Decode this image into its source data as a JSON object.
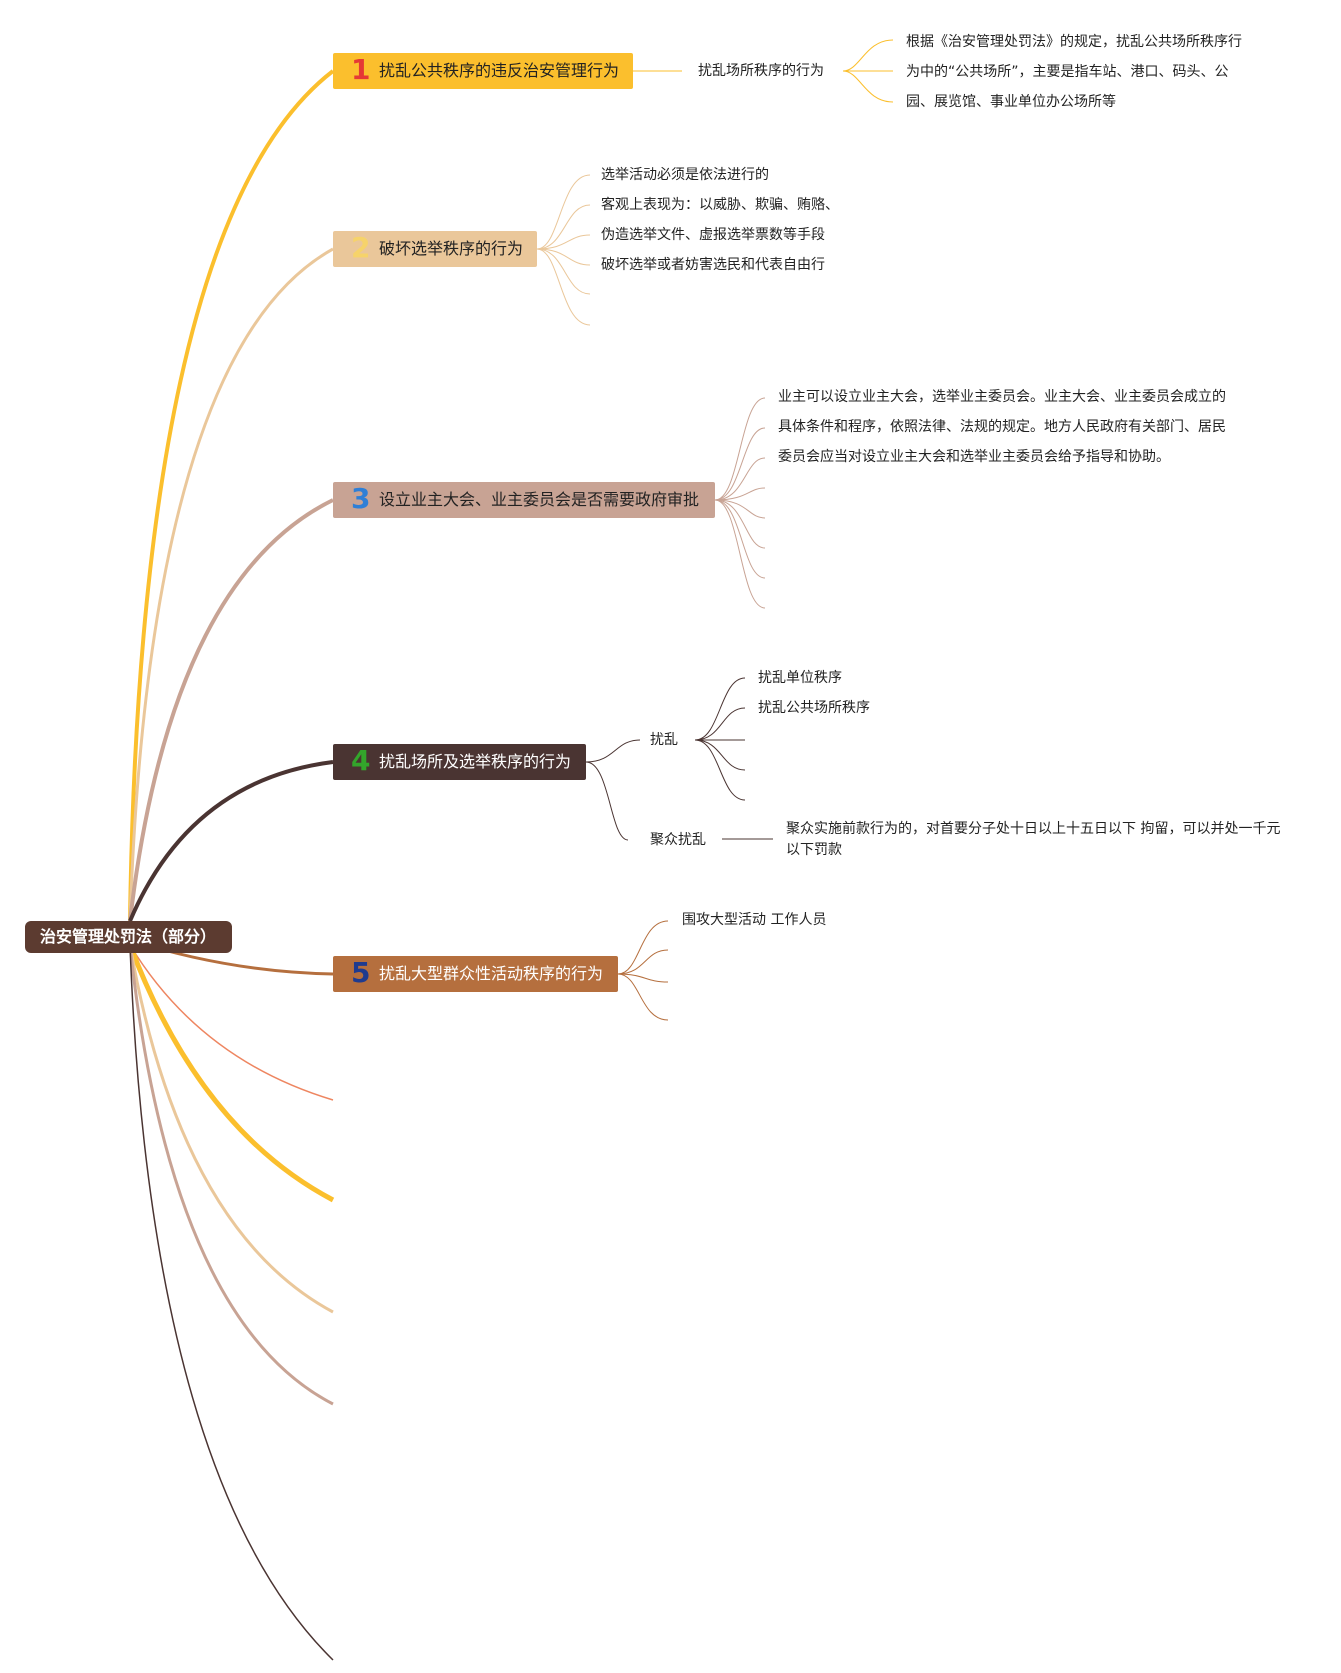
{
  "root": {
    "label": "治安管理处罚法（部分）"
  },
  "colors": {
    "root": "#5c3b30",
    "branch1": "#fbbf2d",
    "branch2": "#eac79a",
    "branch3": "#c8a394",
    "branch4": "#4a3432",
    "branch5": "#b56f3e",
    "stray": "#ee8661",
    "num1": "#e53935",
    "num2": "#f6d36a",
    "num3": "#2f7fd6",
    "num4": "#33a52b",
    "num5": "#1f3b8f"
  },
  "branches": [
    {
      "num": "1",
      "title": "扰乱公共秩序的违反治安管理行为",
      "child": "扰乱场所秩序的行为",
      "note": [
        "根据《治安管理处罚法》的规定，扰乱公共场所秩序行",
        "为中的“公共场所”，主要是指车站、港口、码头、公",
        "园、展览馆、事业单位办公场所等"
      ]
    },
    {
      "num": "2",
      "title": "破坏选举秩序的行为",
      "items": [
        "选举活动必须是依法进行的",
        "客观上表现为：以威胁、欺骗、贿赂、",
        "伪造选举文件、虚报选举票数等手段",
        "破坏选举或者妨害选民和代表自由行"
      ]
    },
    {
      "num": "3",
      "title": "设立业主大会、业主委员会是否需要政府审批",
      "note": [
        "业主可以设立业主大会，选举业主委员会。业主大会、业主委员会成立的",
        "具体条件和程序，依照法律、法规的规定。地方人民政府有关部门、居民",
        "委员会应当对设立业主大会和选举业主委员会给予指导和协助。"
      ]
    },
    {
      "num": "4",
      "title": "扰乱场所及选举秩序的行为",
      "sub1": {
        "label": "扰乱",
        "items": [
          "扰乱单位秩序",
          "扰乱公共场所秩序"
        ]
      },
      "sub2": {
        "label": "聚众扰乱",
        "note": [
          "聚众实施前款行为的，对首要分子处十日以上十五日以下 拘留，可以并处一千元",
          "以下罚款"
        ]
      }
    },
    {
      "num": "5",
      "title": "扰乱大型群众性活动秩序的行为",
      "items": [
        "围攻大型活动 工作人员"
      ]
    }
  ]
}
